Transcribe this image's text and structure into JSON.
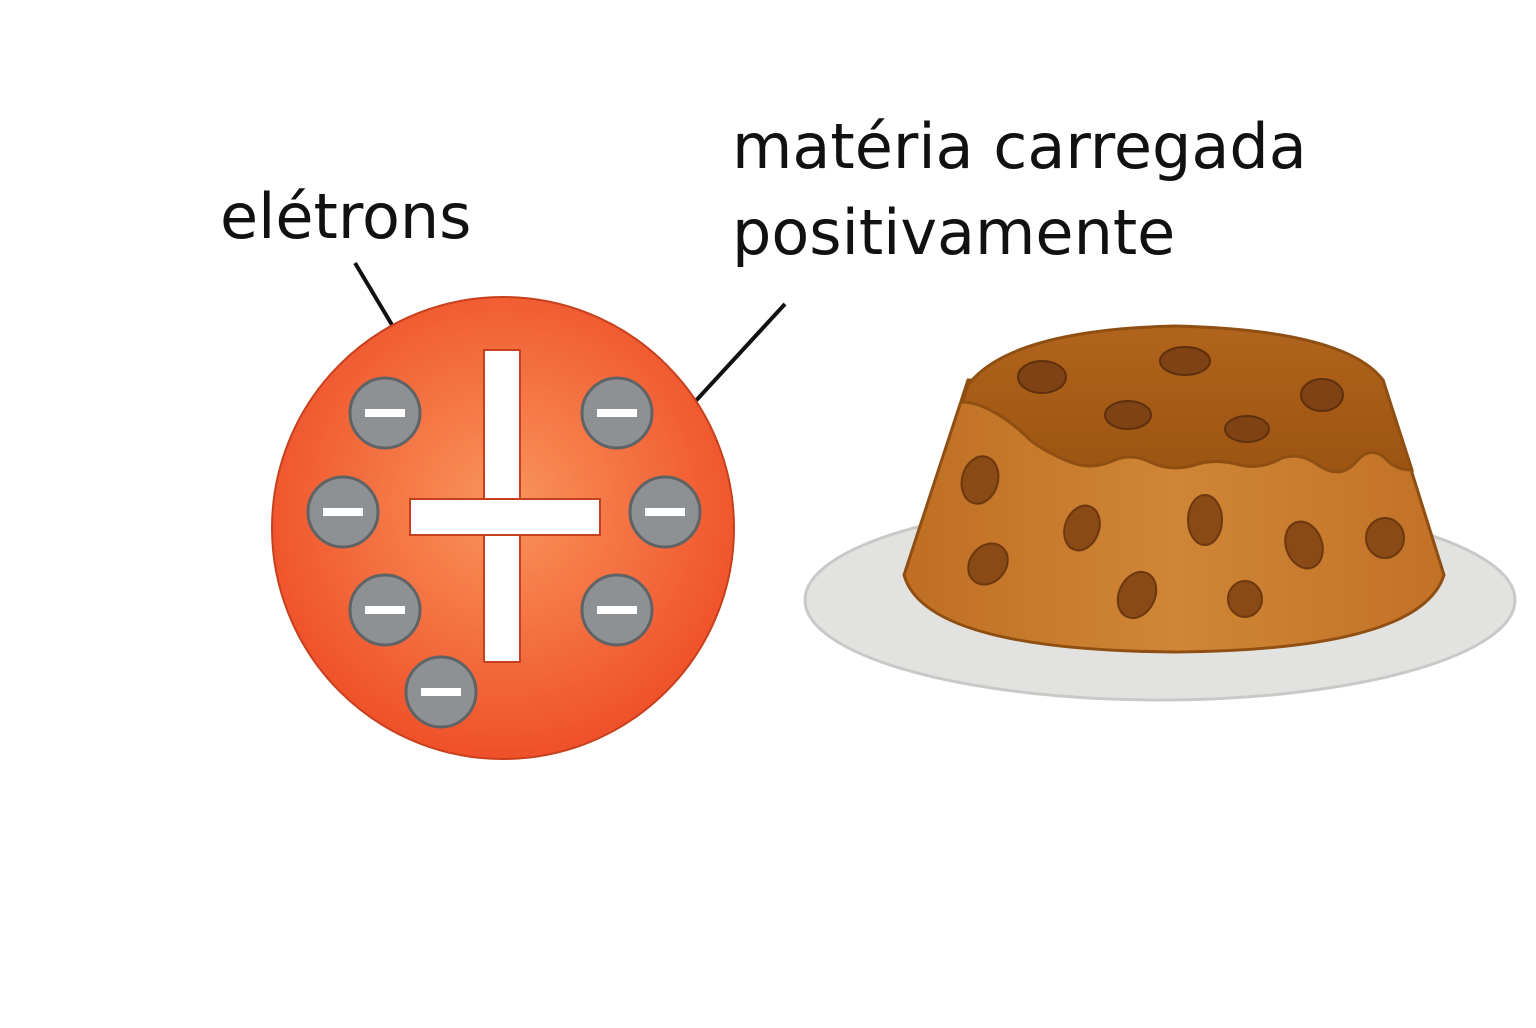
{
  "labels": {
    "electrons": "elétrons",
    "matter_line1": "matéria carregada",
    "matter_line2": "positivamente"
  },
  "model": {
    "central_charge_symbol": "+",
    "electron_symbol": "−",
    "electron_count": 7
  },
  "colors": {
    "sphere_light": "#f9955c",
    "sphere_dark": "#ee4a24",
    "electron_fill": "#8d9193",
    "cake_body": "#c97a2c",
    "cake_top": "#a55a14",
    "raisin": "#8a4a16",
    "plate": "#e2e2e0"
  }
}
